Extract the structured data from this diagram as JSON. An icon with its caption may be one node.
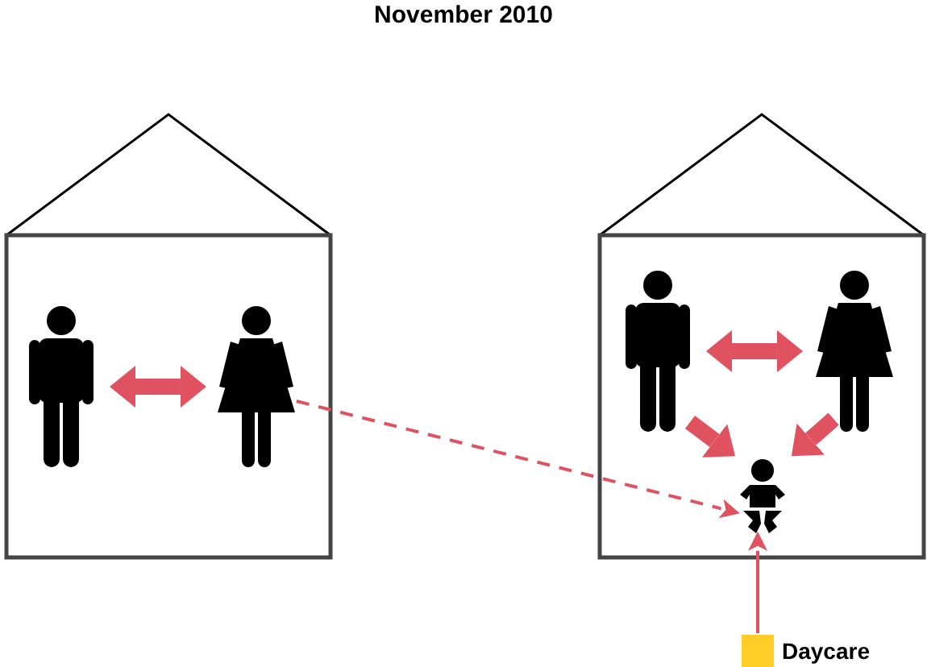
{
  "diagram": {
    "title": "November 2010",
    "nodes": [
      {
        "text": [],
        "shape": "house"
      },
      {
        "text": [],
        "shape": "person",
        "in": 0
      },
      {
        "text": [],
        "shape": "person",
        "in": 0
      },
      {
        "text": [],
        "shape": "house"
      },
      {
        "text": [],
        "shape": "person",
        "in": 3
      },
      {
        "text": [],
        "shape": "person",
        "in": 3
      },
      {
        "text": [],
        "shape": "person",
        "in": 3
      },
      {
        "text": [
          "Daycare"
        ]
      }
    ],
    "edges": [
      {
        "from": 1,
        "to": 2,
        "arrow": "both"
      },
      {
        "from": 4,
        "to": 5,
        "arrow": "both"
      },
      {
        "from": 4,
        "to": 6,
        "arrow": "to"
      },
      {
        "from": 5,
        "to": 6,
        "arrow": "to"
      },
      {
        "from": 2,
        "to": 6,
        "arrow": "to",
        "style": "dashed"
      },
      {
        "from": 7,
        "to": 6,
        "arrow": "to"
      }
    ]
  }
}
